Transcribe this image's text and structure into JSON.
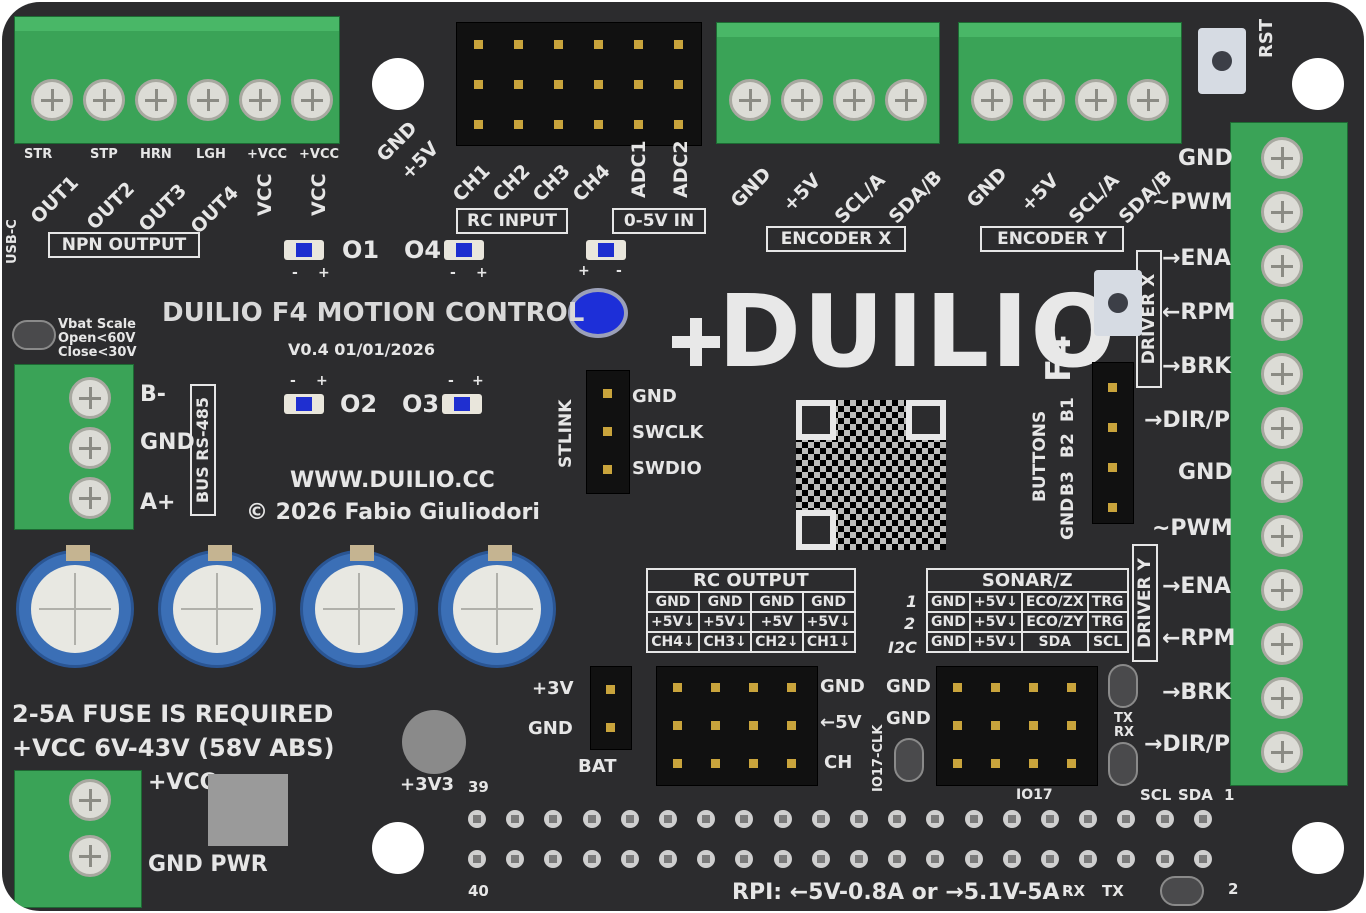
{
  "board": {
    "title": "DUILIO F4 MOTION CONTROL",
    "version": "V0.4 01/01/2026",
    "website": "WWW.DUILIO.CC",
    "copyright": "© 2026 Fabio Giuliodori",
    "logo_text": "DUILIO",
    "logo_suffix": "F4",
    "fuse_note": "2-5A FUSE IS REQUIRED",
    "vcc_note": "+VCC 6V-43V (58V ABS)",
    "rpi_note": "RPI: ←5V-0.8A or →5.1V-5A",
    "rst": "RST",
    "usb": "USB-C",
    "v3v3": "+3V3",
    "vbat": [
      "Vbat Scale",
      "Open<60V",
      "Close<30V"
    ]
  },
  "npn": {
    "title": "NPN OUTPUT",
    "small": [
      "STR",
      "STP",
      "HRN",
      "LGH",
      "+VCC",
      "+VCC"
    ],
    "outs": [
      "OUT1",
      "OUT2",
      "OUT3",
      "OUT4",
      "VCC",
      "VCC"
    ]
  },
  "rc_input": {
    "title": "RC INPUT",
    "channels": [
      "CH1",
      "CH2",
      "CH3",
      "CH4"
    ],
    "power": [
      "GND",
      "+5V"
    ]
  },
  "adc": {
    "title": "0-5V IN",
    "channels": [
      "ADC1",
      "ADC2"
    ]
  },
  "encoder_x": {
    "title": "ENCODER X",
    "pins": [
      "GND",
      "+5V",
      "SCL/A",
      "SDA/B"
    ]
  },
  "encoder_y": {
    "title": "ENCODER Y",
    "pins": [
      "GND",
      "+5V",
      "SCL/A",
      "SDA/B"
    ]
  },
  "leds": {
    "o1": "O1",
    "o2": "O2",
    "o3": "O3",
    "o4": "O4",
    "minus": "-",
    "plus": "+"
  },
  "rs485": {
    "title": "BUS RS-485",
    "pins": [
      "B-",
      "GND",
      "A+"
    ]
  },
  "stlink": {
    "title": "STLINK",
    "pins": [
      "GND",
      "SWCLK",
      "SWDIO"
    ]
  },
  "buttons": {
    "title": "BUTTONS",
    "pins": [
      "B1",
      "B2",
      "B3",
      "GND"
    ]
  },
  "driver_x": {
    "title": "DRIVER X",
    "pins": [
      "GND",
      "~PWM",
      "→ENA",
      "←RPM",
      "→BRK",
      "→DIR/P"
    ]
  },
  "driver_y": {
    "title": "DRIVER Y",
    "pins": [
      "GND",
      "~PWM",
      "→ENA",
      "←RPM",
      "→BRK",
      "→DIR/P"
    ]
  },
  "rc_output": {
    "title": "RC OUTPUT",
    "rows": [
      [
        "GND",
        "GND",
        "GND",
        "GND"
      ],
      [
        "+5V↓",
        "+5V↓",
        "+5V",
        "+5V↓"
      ],
      [
        "CH4↓",
        "CH3↓",
        "CH2↓",
        "CH1↓"
      ]
    ],
    "side": [
      "GND",
      "←5V",
      "CH"
    ]
  },
  "sonar": {
    "title": "SONAR/Z",
    "rows": [
      [
        "1",
        "GND",
        "+5V↓",
        "ECO/ZX",
        "TRG"
      ],
      [
        "2",
        "GND",
        "+5V↓",
        "ECO/ZY",
        "TRG"
      ],
      [
        "I2C",
        "GND",
        "+5V↓",
        "SDA",
        "SCL"
      ]
    ],
    "side": [
      "GND",
      "GND"
    ]
  },
  "bat": {
    "title": "BAT",
    "pins": [
      "+3V",
      "GND"
    ]
  },
  "misc": {
    "io17clk": "IO17-CLK",
    "io17": "IO17",
    "tx": "TX",
    "rx": "RX",
    "scl": "SCL",
    "sda": "SDA",
    "n1": "1",
    "n2": "2",
    "n39": "39",
    "n40": "40",
    "rx2": "RX",
    "tx2": "TX"
  },
  "power": {
    "vcc": "+VCC",
    "gnd": "GND PWR"
  }
}
